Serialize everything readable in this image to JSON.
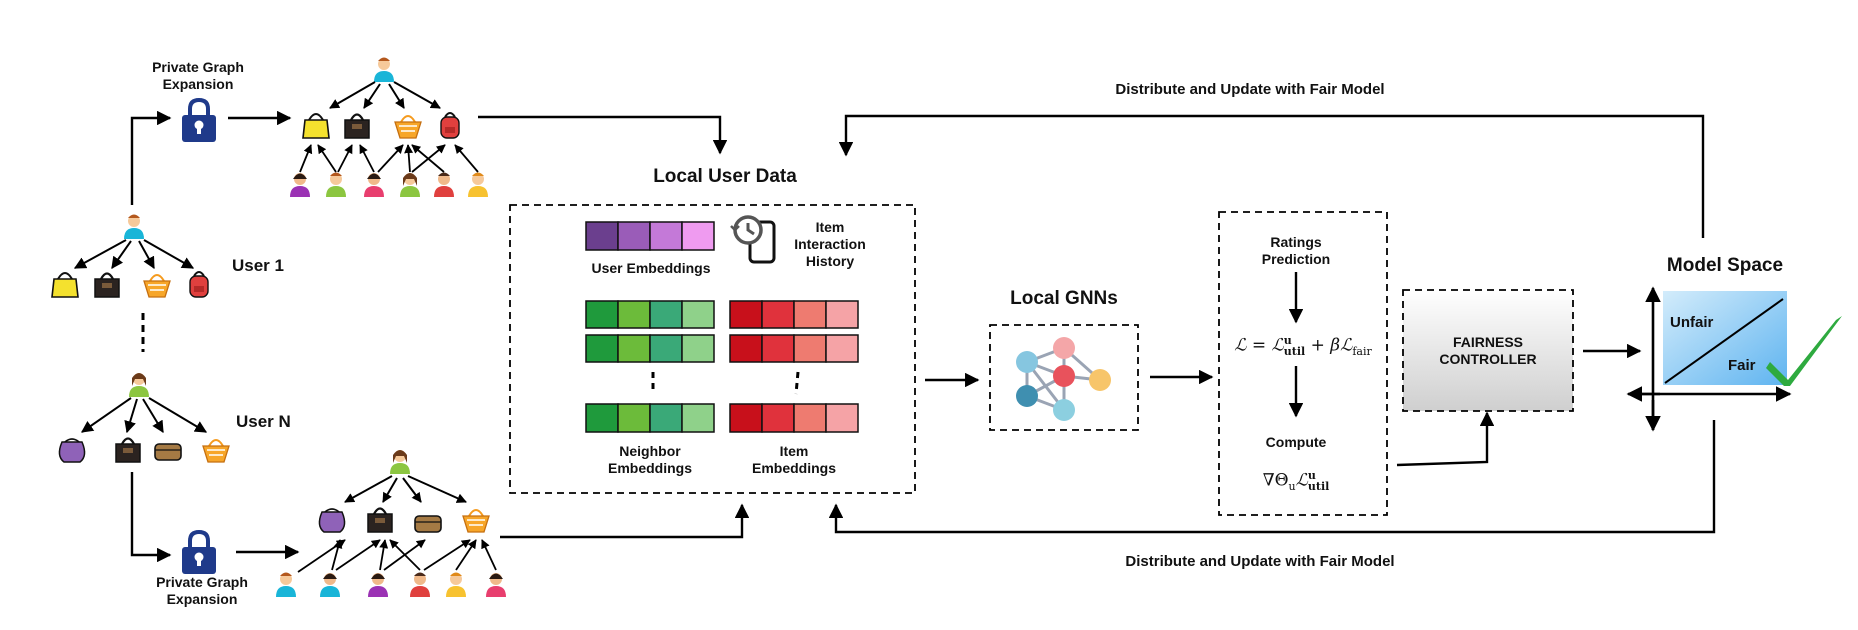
{
  "labels": {
    "pge_top": [
      "Private Graph",
      "Expansion"
    ],
    "pge_bottom": [
      "Private Graph",
      "Expansion"
    ],
    "user1": "User 1",
    "userN": "User N",
    "local_user_data": "Local User Data",
    "user_embeddings": "User Embeddings",
    "item_history": [
      "Item",
      "Interaction",
      "History"
    ],
    "neighbor_embeddings": [
      "Neighbor",
      "Embeddings"
    ],
    "item_embeddings": [
      "Item",
      "Embeddings"
    ],
    "local_gnns": "Local GNNs",
    "ratings_prediction": [
      "Ratings",
      "Prediction"
    ],
    "compute": "Compute",
    "fairness_controller": [
      "FAIRNESS",
      "CONTROLLER"
    ],
    "model_space": "Model Space",
    "unfair": "Unfair",
    "fair": "Fair",
    "distribute_top": "Distribute and Update with Fair Model",
    "distribute_bottom": "Distribute and Update with Fair Model"
  },
  "formulas": {
    "loss_lhs": "ℒ = ℒ",
    "loss_sup": "u",
    "loss_sub": "util",
    "loss_plus": " + βℒ",
    "loss_sub2": "fair",
    "grad_prefix": "∇Θ",
    "grad_u": "u",
    "grad_L": "ℒ",
    "grad_sup": "u",
    "grad_sub": "util"
  },
  "colors": {
    "user_emb": [
      "#6b3f8e",
      "#9a5cb8",
      "#c479d8",
      "#ef9bf0"
    ],
    "neighbor_emb": [
      "#1f9a3c",
      "#6cbb3a",
      "#3aa978",
      "#8fd18a"
    ],
    "item_emb": [
      "#c8101b",
      "#e0323c",
      "#ee7b70",
      "#f5a3a6"
    ],
    "lock": "#1f3a8a",
    "fair_check": "#2eaa3f"
  },
  "icons": [
    "lock-icon",
    "handbag-icon",
    "user-icon",
    "clock-phone-icon",
    "gnn-graph-icon",
    "checkmark-icon"
  ]
}
